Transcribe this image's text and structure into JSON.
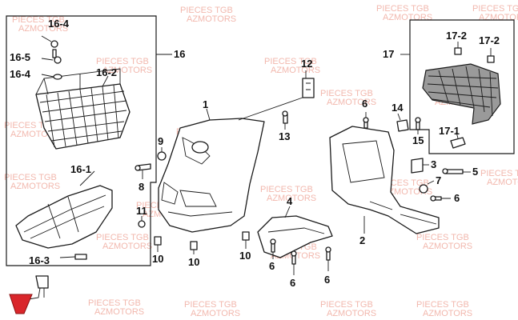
{
  "diagram": {
    "labels": [
      {
        "id": "l-16-4a",
        "text": "16-4"
      },
      {
        "id": "l-16-5",
        "text": "16-5"
      },
      {
        "id": "l-16-4b",
        "text": "16-4"
      },
      {
        "id": "l-16-2",
        "text": "16-2"
      },
      {
        "id": "l-16",
        "text": "16"
      },
      {
        "id": "l-16-1",
        "text": "16-1"
      },
      {
        "id": "l-16-3",
        "text": "16-3"
      },
      {
        "id": "l-1",
        "text": "1"
      },
      {
        "id": "l-12",
        "text": "12"
      },
      {
        "id": "l-13",
        "text": "13"
      },
      {
        "id": "l-9",
        "text": "9"
      },
      {
        "id": "l-8",
        "text": "8"
      },
      {
        "id": "l-11",
        "text": "11"
      },
      {
        "id": "l-10a",
        "text": "10"
      },
      {
        "id": "l-10b",
        "text": "10"
      },
      {
        "id": "l-10c",
        "text": "10"
      },
      {
        "id": "l-4",
        "text": "4"
      },
      {
        "id": "l-6a",
        "text": "6"
      },
      {
        "id": "l-6b",
        "text": "6"
      },
      {
        "id": "l-6c",
        "text": "6"
      },
      {
        "id": "l-6d",
        "text": "6"
      },
      {
        "id": "l-6e",
        "text": "6"
      },
      {
        "id": "l-14",
        "text": "14"
      },
      {
        "id": "l-15",
        "text": "15"
      },
      {
        "id": "l-3",
        "text": "3"
      },
      {
        "id": "l-5",
        "text": "5"
      },
      {
        "id": "l-7",
        "text": "7"
      },
      {
        "id": "l-2",
        "text": "2"
      },
      {
        "id": "l-17",
        "text": "17"
      },
      {
        "id": "l-17-2a",
        "text": "17-2"
      },
      {
        "id": "l-17-2b",
        "text": "17-2"
      },
      {
        "id": "l-17-1",
        "text": "17-1"
      }
    ],
    "watermark": {
      "line1": "PIECES TGB",
      "line2": "AZMOTORS"
    },
    "colors": {
      "ink": "#1a1a1a",
      "watermark": "#f2b8ae",
      "logo": "#d9262b"
    }
  }
}
